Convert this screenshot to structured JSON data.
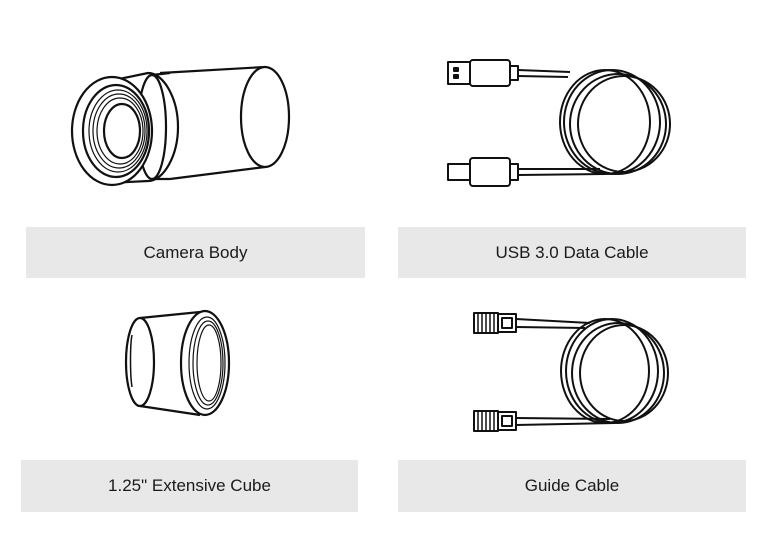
{
  "items": [
    {
      "label": "Camera Body",
      "icon": "camera-body-icon"
    },
    {
      "label": "USB 3.0 Data Cable",
      "icon": "usb-cable-icon"
    },
    {
      "label": "1.25\" Extensive Cube",
      "icon": "extension-tube-icon"
    },
    {
      "label": "Guide Cable",
      "icon": "guide-cable-icon"
    }
  ]
}
